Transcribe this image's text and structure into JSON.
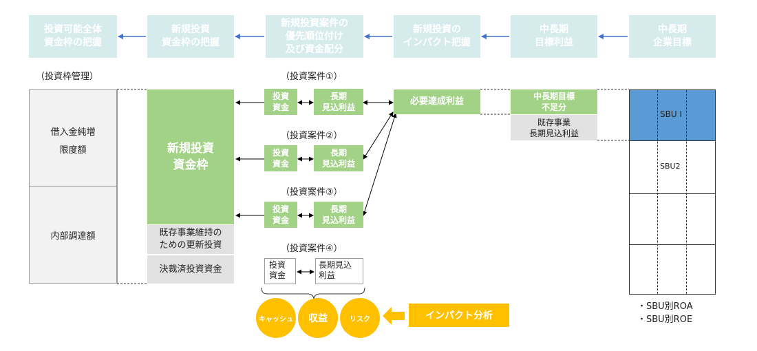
{
  "header_steps": [
    "投資可能全体\n資金枠の把握",
    "新規投資\n資金枠の把握",
    "新規投資案件の\n優先順位付け\n及び資金配分",
    "新規投資の\nインパクト把握",
    "中長期\n目標利益",
    "中長期\n企業目標"
  ],
  "left": {
    "caption": "（投資枠管理）",
    "borrow_label": "借入金純増\n限度額",
    "internal_label": "内部調達額"
  },
  "new_frame": {
    "label": "新規投資\n資金枠",
    "maintenance": "既存事業維持の\nための更新投資",
    "approved": "決裁済投資資金"
  },
  "cases": [
    {
      "title": "（投資案件①）",
      "fund": "投資\n資金",
      "profit": "長期\n見込利益"
    },
    {
      "title": "（投資案件②）",
      "fund": "投資\n資金",
      "profit": "長期\n見込利益"
    },
    {
      "title": "（投資案件③）",
      "fund": "投資\n資金",
      "profit": "長期\n見込利益"
    },
    {
      "title": "（投資案件④）",
      "fund": "投資\n資金",
      "profit": "長期見込\n利益"
    }
  ],
  "required_profit": "必要達成利益",
  "midterm": {
    "shortfall": "中長期目標\n不足分",
    "existing": "既存事業\n長期見込利益"
  },
  "sbu": {
    "sbu1": "SBU I",
    "sbu2": "SBU2",
    "notes": [
      "・SBU別ROA",
      "・SBU別ROE"
    ]
  },
  "impact": {
    "cash": "キャッシュ",
    "revenue": "収益",
    "risk": "リスク",
    "analysis": "インパクト分析"
  },
  "colors": {
    "header_bg": "#d5ebec",
    "header_arrow": "#4472c4",
    "green": "#a2d286",
    "gray": "#e1e1e1",
    "sbu_blue": "#5b9bd5",
    "orange": "#ffc000"
  }
}
